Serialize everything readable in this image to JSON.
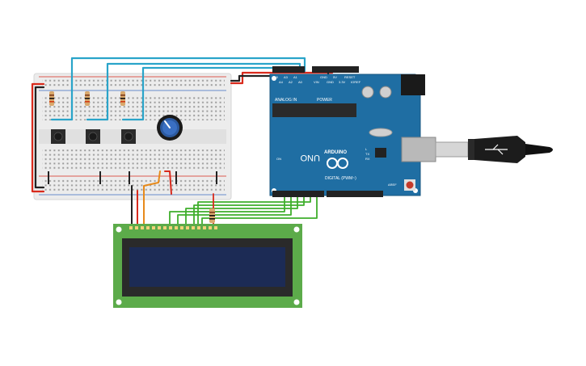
{
  "arduino": {
    "logo_text": "ARDUINO",
    "model": "UNO",
    "section_analog": "ANALOG IN",
    "section_power": "POWER",
    "section_digital": "DIGITAL (PWM~)",
    "analog_pins": [
      "A5",
      "A4",
      "A3",
      "A2",
      "A1",
      "A0"
    ],
    "power_pins": [
      "VIN",
      "GND",
      "GND",
      "5V",
      "3.3V",
      "RESET",
      "IOREF"
    ],
    "label_on": "ON",
    "label_tx": "TX",
    "label_rx": "RX",
    "label_l": "L",
    "label_aref": "AREF"
  },
  "colors": {
    "board": "#1f6ea3",
    "breadboard": "#ececec",
    "lcd_pcb": "#5cab4a",
    "lcd_screen": "#1c2b55",
    "wire_blue": "#2aa4c9",
    "wire_red": "#d92a1c",
    "wire_green": "#3fae2c",
    "wire_orange": "#e78a1b",
    "wire_black": "#222222"
  },
  "components": {
    "resistors": [
      "pull-down-1",
      "pull-down-2",
      "pull-down-3",
      "lcd-backlight"
    ],
    "buttons": 3,
    "potentiometer": "contrast-pot",
    "usb": "usb-cable"
  }
}
